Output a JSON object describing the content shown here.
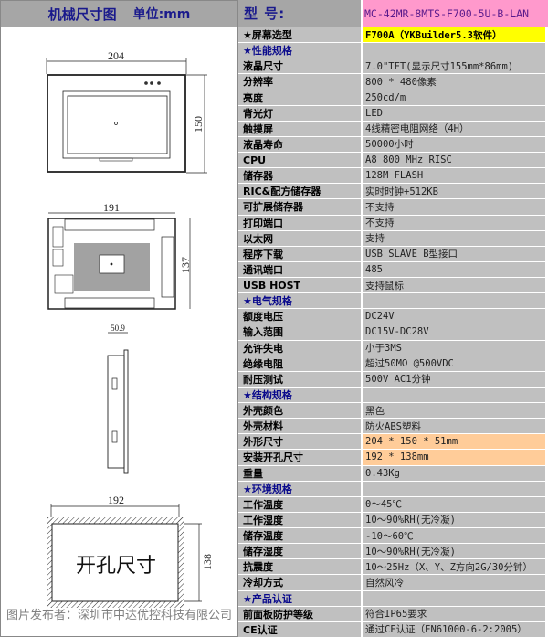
{
  "left": {
    "title": "机械尺寸图",
    "unit": "单位:mm",
    "front_width": "204",
    "front_height": "150",
    "back_width": "191",
    "back_height": "137",
    "side_depth": "50.9",
    "cutout_width": "192",
    "cutout_height": "138",
    "cutout_label": "开孔尺寸"
  },
  "table": {
    "model_label": "型  号:",
    "model_value": "MC-42MR-8MTS-F700-5U-B-LAN",
    "rows": [
      {
        "label": "★屏幕选型",
        "value": "F700A（YKBuilder5.3软件）",
        "style": "yellow"
      },
      {
        "label": "★性能规格",
        "value": "",
        "style": "section"
      },
      {
        "label": "液晶尺寸",
        "value": "7.0\"TFT(显示尺寸155mm*86mm)"
      },
      {
        "label": "分辨率",
        "value": "800 * 480像素"
      },
      {
        "label": "亮度",
        "value": "250cd/m"
      },
      {
        "label": "背光灯",
        "value": "LED"
      },
      {
        "label": "触摸屏",
        "value": "4线精密电阻网络（4H）"
      },
      {
        "label": "液晶寿命",
        "value": "50000小时"
      },
      {
        "label": "CPU",
        "value": "A8 800 MHz RISC"
      },
      {
        "label": "储存器",
        "value": "128M FLASH"
      },
      {
        "label": "RIC&配方储存器",
        "value": "实时时钟+512KB"
      },
      {
        "label": "可扩展储存器",
        "value": "不支持"
      },
      {
        "label": "打印端口",
        "value": "不支持"
      },
      {
        "label": "以太网",
        "value": "支持"
      },
      {
        "label": "程序下载",
        "value": "USB SLAVE B型接口"
      },
      {
        "label": "通讯端口",
        "value": "485"
      },
      {
        "label": "USB HOST",
        "value": "支持鼠标"
      },
      {
        "label": "★电气规格",
        "value": "",
        "style": "section"
      },
      {
        "label": "额度电压",
        "value": "DC24V"
      },
      {
        "label": "输入范围",
        "value": "DC15V-DC28V"
      },
      {
        "label": "允许失电",
        "value": "小于3MS"
      },
      {
        "label": "绝缘电阻",
        "value": "超过50MΩ @500VDC"
      },
      {
        "label": "耐压测试",
        "value": "500V AC1分钟"
      },
      {
        "label": "★结构规格",
        "value": "",
        "style": "section"
      },
      {
        "label": "外壳颜色",
        "value": "黑色"
      },
      {
        "label": "外壳材料",
        "value": "防火ABS塑料"
      },
      {
        "label": "外形尺寸",
        "value": "204 * 150 * 51mm",
        "style": "orange"
      },
      {
        "label": "安装开孔尺寸",
        "value": "192 * 138mm",
        "style": "orange"
      },
      {
        "label": "重量",
        "value": "0.43Kg"
      },
      {
        "label": "★环境规格",
        "value": "",
        "style": "section"
      },
      {
        "label": "工作温度",
        "value": "0～45℃"
      },
      {
        "label": "工作湿度",
        "value": "10～90%RH(无冷凝)"
      },
      {
        "label": "储存温度",
        "value": "-10～60℃"
      },
      {
        "label": "储存湿度",
        "value": "10～90%RH(无冷凝)"
      },
      {
        "label": "抗震度",
        "value": "10～25Hz（X、Y、Z方向2G/30分钟）"
      },
      {
        "label": "冷却方式",
        "value": "自然风冷"
      },
      {
        "label": "★产品认证",
        "value": "",
        "style": "section"
      },
      {
        "label": "前面板防护等级",
        "value": "符合IP65要求"
      },
      {
        "label": "CE认证",
        "value": "通过CE认证（EN61000-6-2:2005）"
      }
    ]
  },
  "watermark": "图片发布者：深圳市中达优控科技有限公司"
}
